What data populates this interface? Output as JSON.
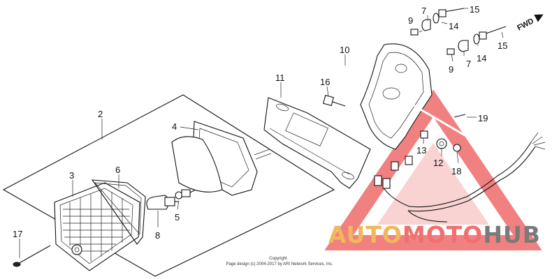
{
  "callouts": {
    "c2": "2",
    "c3": "3",
    "c4": "4",
    "c5": "5",
    "c6": "6",
    "c7a": "7",
    "c7b": "7",
    "c8": "8",
    "c9a": "9",
    "c9b": "9",
    "c10": "10",
    "c11": "11",
    "c12": "12",
    "c13": "13",
    "c14a": "14",
    "c14b": "14",
    "c15a": "15",
    "c15b": "15",
    "c16": "16",
    "c17": "17",
    "c18": "18",
    "c19": "19"
  },
  "direction_label": "FWD",
  "copyright": {
    "line1": "Copyright",
    "line2": "Page design (c) 2004-2017 by ARI Network Services, Inc."
  },
  "watermark": {
    "part1": "AUTO",
    "part2": "MOTO",
    "part3": "HUB",
    "colors": {
      "part1": "#f2b75a",
      "part2": "#f07070",
      "part3": "#7a7a7a",
      "triangle": "#ef6a6a"
    }
  }
}
